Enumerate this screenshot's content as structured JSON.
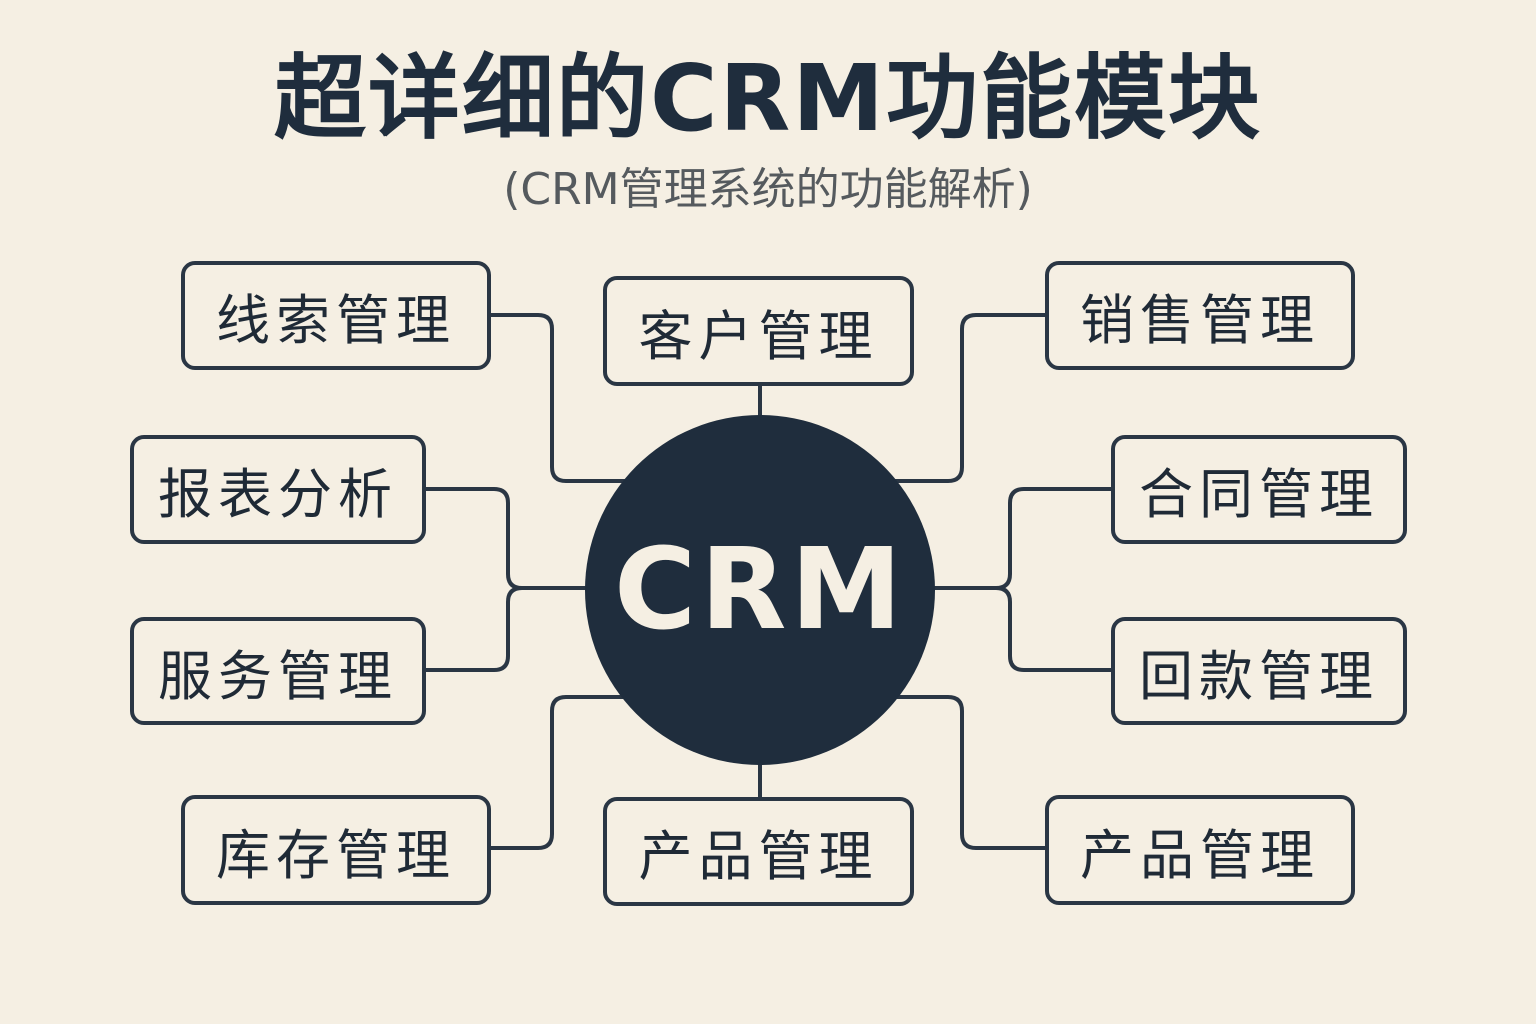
{
  "header": {
    "title": "超详细的CRM功能模块",
    "subtitle": "(CRM管理系统的功能解析)"
  },
  "center": {
    "label": "CRM",
    "color": "#1f2d3d",
    "text_color": "#f5efe3"
  },
  "colors": {
    "background": "#f5efe3",
    "line": "#2a3644",
    "text": "#1f2d3d"
  },
  "modules": [
    {
      "id": "leads",
      "label": "线索管理",
      "side": "left-top"
    },
    {
      "id": "customer",
      "label": "客户管理",
      "side": "top"
    },
    {
      "id": "sales",
      "label": "销售管理",
      "side": "right-top"
    },
    {
      "id": "reports",
      "label": "报表分析",
      "side": "left-middle-upper"
    },
    {
      "id": "contract",
      "label": "合同管理",
      "side": "right-middle-upper"
    },
    {
      "id": "service",
      "label": "服务管理",
      "side": "left-middle-lower"
    },
    {
      "id": "payment",
      "label": "回款管理",
      "side": "right-middle-lower"
    },
    {
      "id": "inventory",
      "label": "库存管理",
      "side": "left-bottom"
    },
    {
      "id": "product-center",
      "label": "产品管理",
      "side": "bottom"
    },
    {
      "id": "product-right",
      "label": "产品管理",
      "side": "right-bottom"
    }
  ]
}
